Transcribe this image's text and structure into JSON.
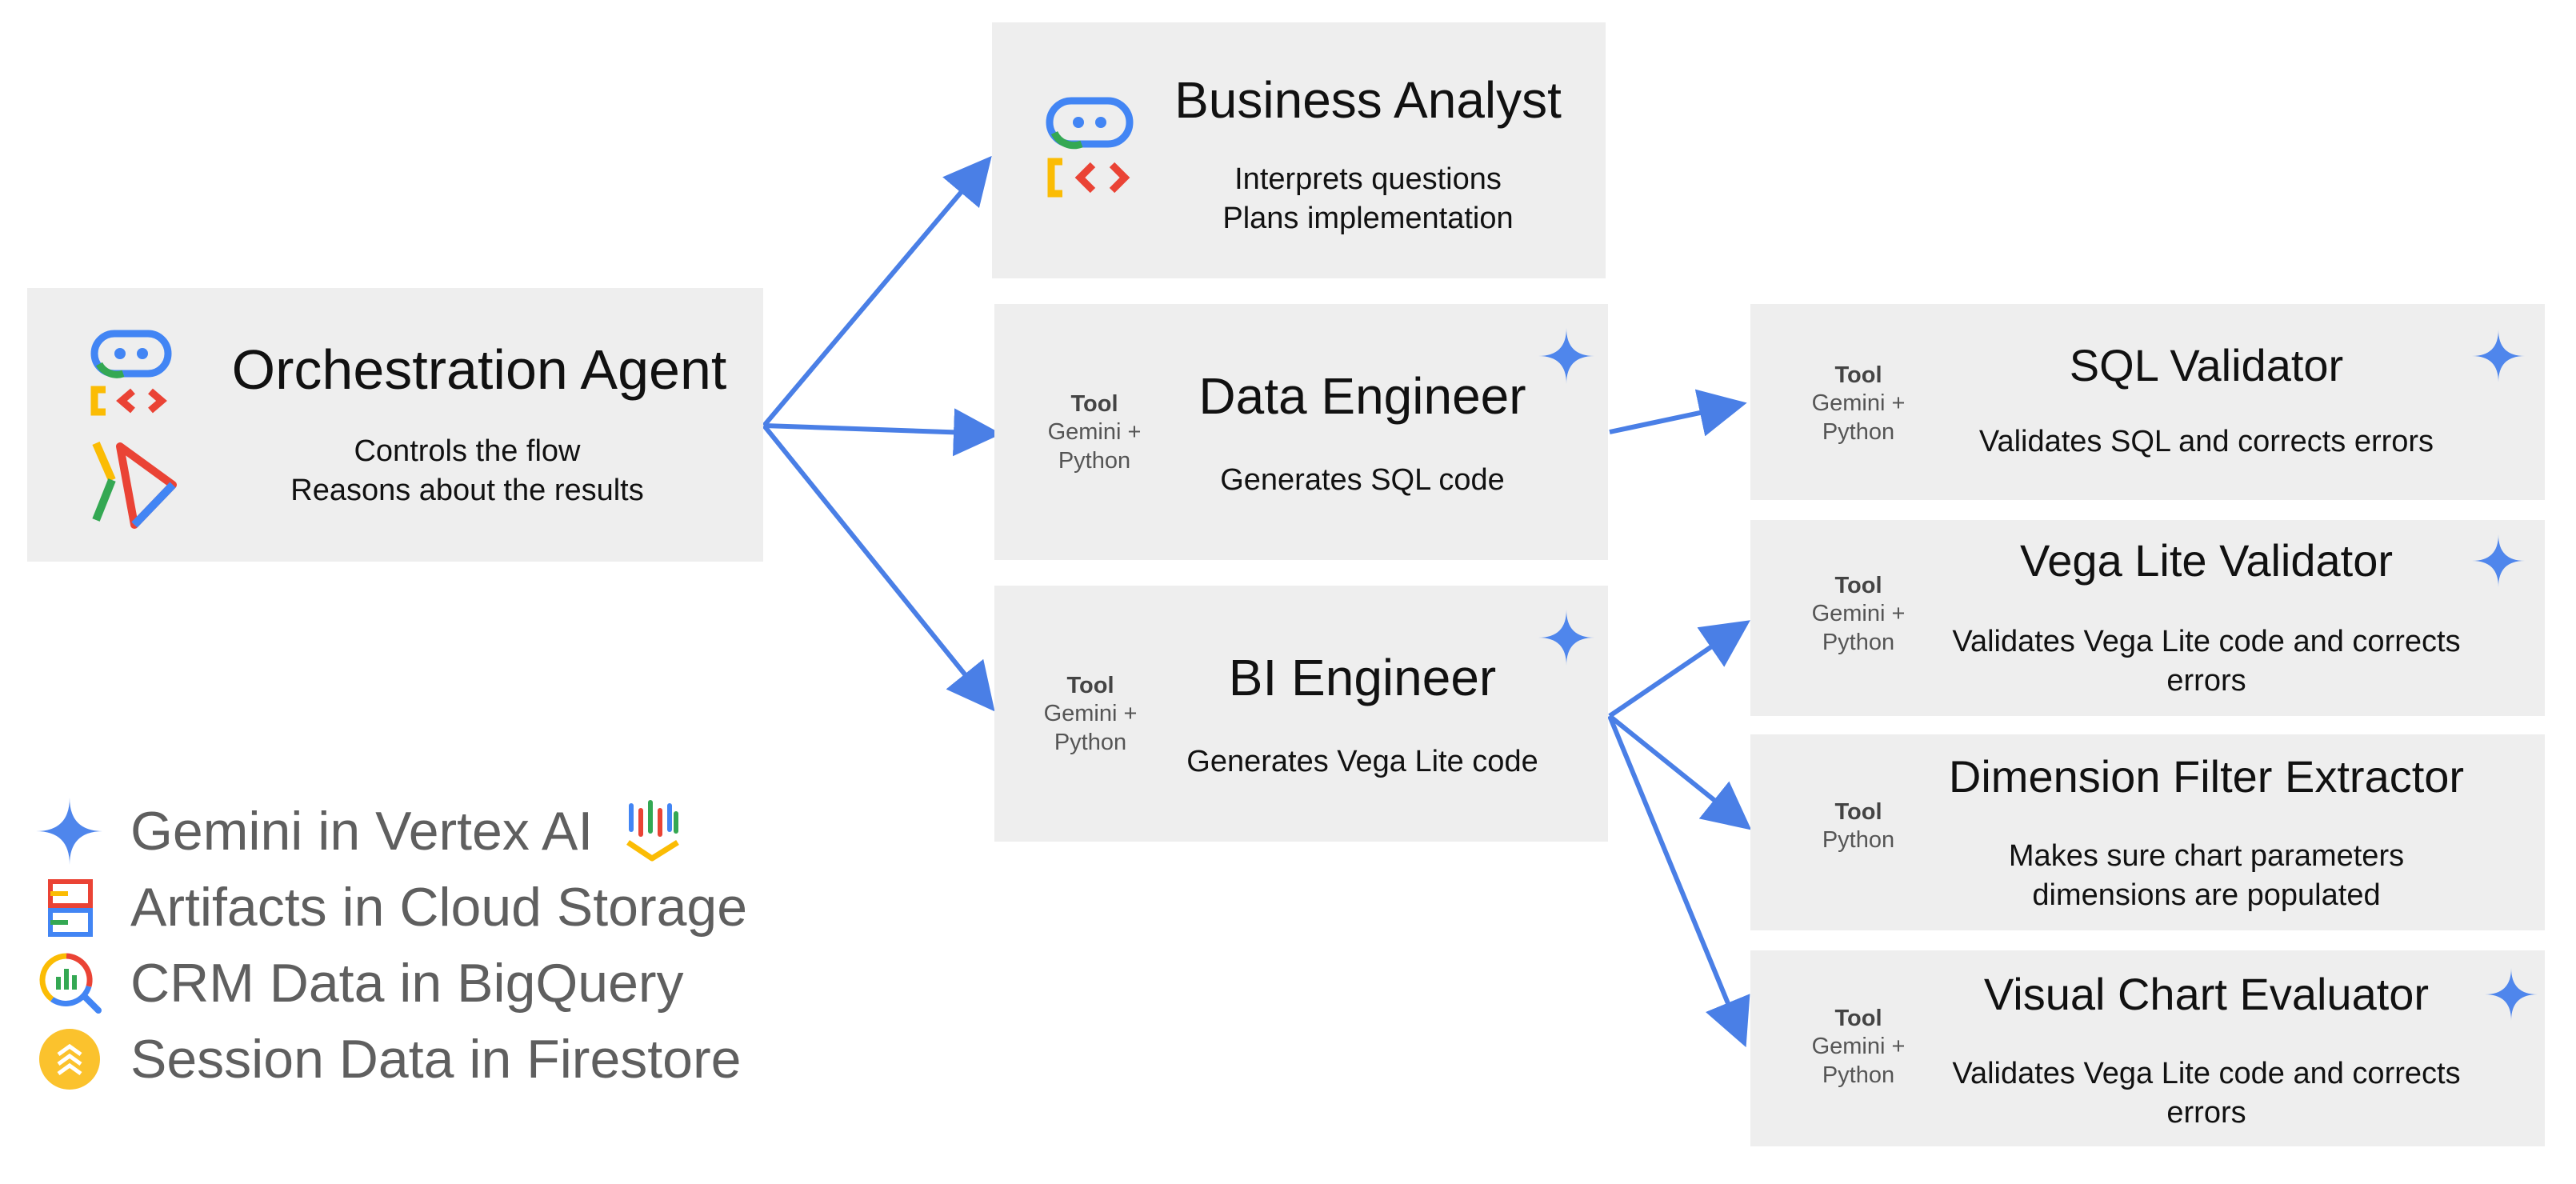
{
  "orchestrator": {
    "title": "Orchestration Agent",
    "desc_lines": [
      "Controls the flow",
      "Reasons about the results"
    ]
  },
  "business_analyst": {
    "title": "Business Analyst",
    "desc_lines": [
      "Interprets questions",
      "Plans implementation"
    ]
  },
  "data_engineer": {
    "title": "Data Engineer",
    "desc": "Generates SQL code",
    "tool": {
      "label": "Tool",
      "lines": [
        "Gemini +",
        "Python"
      ]
    }
  },
  "bi_engineer": {
    "title": "BI Engineer",
    "desc": "Generates Vega Lite code",
    "tool": {
      "label": "Tool",
      "lines": [
        "Gemini +",
        "Python"
      ]
    }
  },
  "sql_validator": {
    "title": "SQL Validator",
    "desc": "Validates SQL and corrects errors",
    "tool": {
      "label": "Tool",
      "lines": [
        "Gemini +",
        "Python"
      ]
    }
  },
  "vega_validator": {
    "title": "Vega Lite Validator",
    "desc_lines": [
      "Validates Vega Lite code and corrects",
      "errors"
    ],
    "tool": {
      "label": "Tool",
      "lines": [
        "Gemini +",
        "Python"
      ]
    }
  },
  "dimension_extractor": {
    "title": "Dimension Filter Extractor",
    "desc_lines": [
      "Makes sure chart parameters",
      "dimensions are populated"
    ],
    "tool": {
      "label": "Tool",
      "lines": [
        "Python"
      ]
    }
  },
  "chart_evaluator": {
    "title": "Visual Chart Evaluator",
    "desc_lines": [
      "Validates Vega Lite code and corrects",
      "errors"
    ],
    "tool": {
      "label": "Tool",
      "lines": [
        "Gemini +",
        "Python"
      ]
    }
  },
  "legend": [
    {
      "label": "Gemini in Vertex AI",
      "icon": "gemini-sparkle-icon"
    },
    {
      "label": "Artifacts in Cloud Storage",
      "icon": "cloud-storage-icon"
    },
    {
      "label": "CRM Data in BigQuery",
      "icon": "bigquery-icon"
    },
    {
      "label": "Session Data in Firestore",
      "icon": "firestore-icon"
    }
  ],
  "colors": {
    "arrow": "#4a7fe6",
    "box": "#eeeeee",
    "google_blue": "#4285F4",
    "google_red": "#EA4335",
    "google_yellow": "#FBBC04",
    "google_green": "#34A853"
  }
}
